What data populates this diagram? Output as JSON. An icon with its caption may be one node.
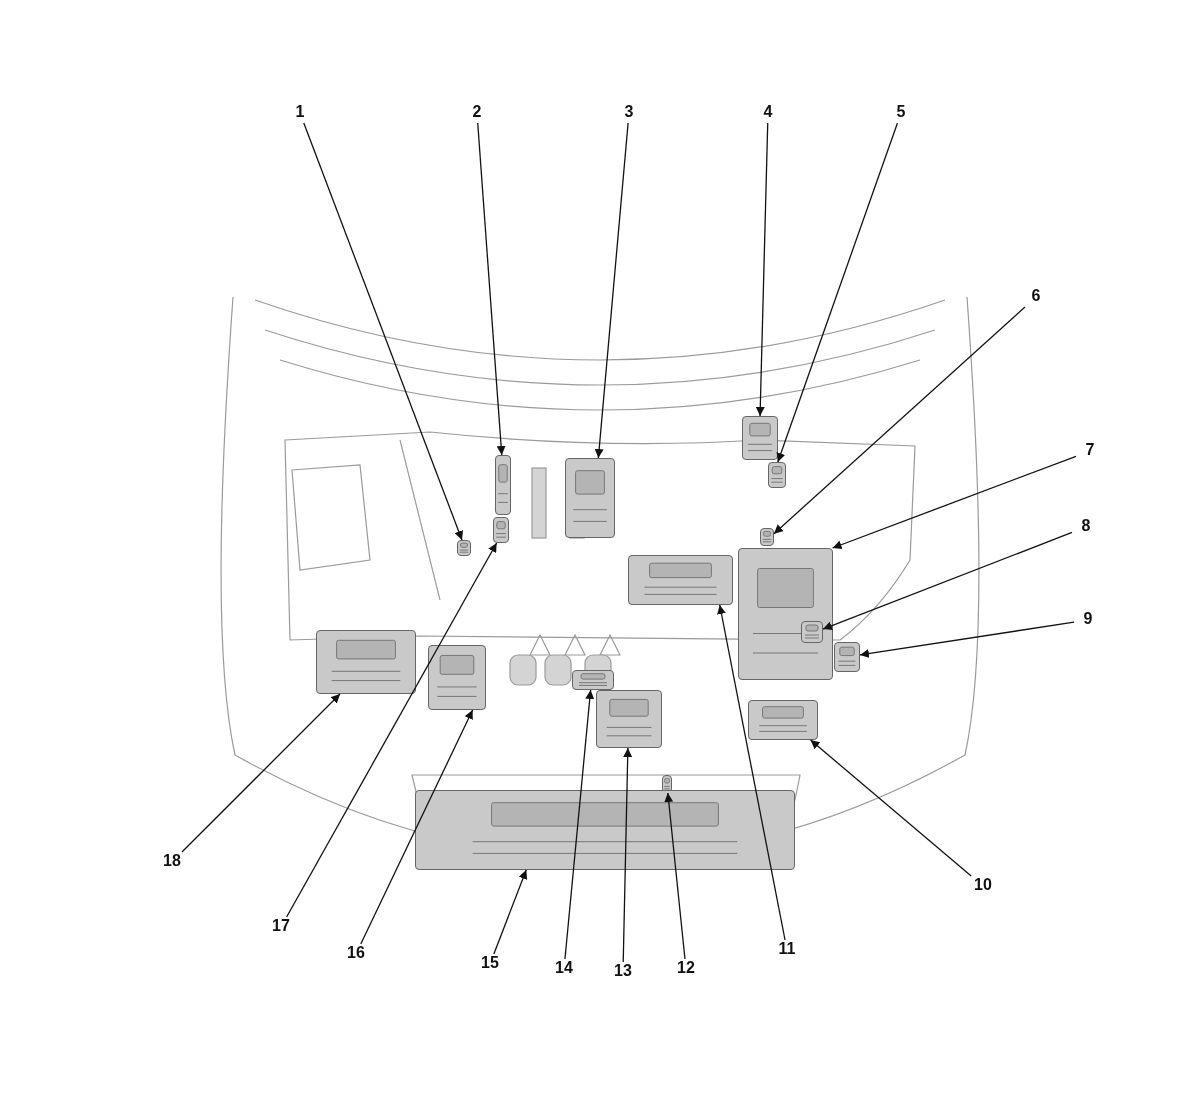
{
  "diagram": {
    "nodes": [
      {
        "text": [
          "1"
        ]
      },
      {
        "text": [
          "2"
        ]
      },
      {
        "text": [
          "3"
        ]
      },
      {
        "text": [
          "4"
        ]
      },
      {
        "text": [
          "5"
        ]
      },
      {
        "text": [
          "6"
        ]
      },
      {
        "text": [
          "7"
        ]
      },
      {
        "text": [
          "8"
        ]
      },
      {
        "text": [
          "9"
        ]
      },
      {
        "text": [
          "10"
        ]
      },
      {
        "text": [
          "11"
        ]
      },
      {
        "text": [
          "12"
        ]
      },
      {
        "text": [
          "13"
        ]
      },
      {
        "text": [
          "14"
        ]
      },
      {
        "text": [
          "15"
        ]
      },
      {
        "text": [
          "16"
        ]
      },
      {
        "text": [
          "17"
        ]
      },
      {
        "text": [
          "18"
        ]
      },
      {
        "text": [],
        "shape": "picture"
      },
      {
        "text": [],
        "shape": "picture"
      },
      {
        "text": [],
        "shape": "picture"
      },
      {
        "text": [],
        "shape": "picture"
      },
      {
        "text": [],
        "shape": "picture"
      },
      {
        "text": [],
        "shape": "picture"
      },
      {
        "text": [],
        "shape": "picture"
      },
      {
        "text": [],
        "shape": "picture",
        "in": 24
      },
      {
        "text": [],
        "shape": "picture"
      },
      {
        "text": [],
        "shape": "picture"
      },
      {
        "text": [],
        "shape": "picture"
      },
      {
        "text": [],
        "shape": "picture"
      },
      {
        "text": [],
        "shape": "picture"
      },
      {
        "text": [],
        "shape": "picture"
      },
      {
        "text": [],
        "shape": "picture"
      },
      {
        "text": [],
        "shape": "picture"
      },
      {
        "text": [],
        "shape": "picture"
      },
      {
        "text": [],
        "shape": "picture"
      }
    ],
    "edges": [
      {
        "from": 0,
        "to": 18,
        "arrow": "to"
      },
      {
        "from": 1,
        "to": 19,
        "arrow": "to"
      },
      {
        "from": 2,
        "to": 20,
        "arrow": "to"
      },
      {
        "from": 3,
        "to": 21,
        "arrow": "to"
      },
      {
        "from": 4,
        "to": 22,
        "arrow": "to"
      },
      {
        "from": 5,
        "to": 23,
        "arrow": "to"
      },
      {
        "from": 6,
        "to": 24,
        "arrow": "to"
      },
      {
        "from": 7,
        "to": 25,
        "arrow": "to"
      },
      {
        "from": 8,
        "to": 26,
        "arrow": "to"
      },
      {
        "from": 9,
        "to": 27,
        "arrow": "to"
      },
      {
        "from": 10,
        "to": 28,
        "arrow": "to"
      },
      {
        "from": 11,
        "to": 29,
        "arrow": "to"
      },
      {
        "from": 12,
        "to": 30,
        "arrow": "to"
      },
      {
        "from": 13,
        "to": 31,
        "arrow": "to"
      },
      {
        "from": 14,
        "to": 32,
        "arrow": "to"
      },
      {
        "from": 15,
        "to": 33,
        "arrow": "to"
      },
      {
        "from": 16,
        "to": 34,
        "arrow": "to"
      },
      {
        "from": 17,
        "to": 35,
        "arrow": "to"
      }
    ]
  }
}
